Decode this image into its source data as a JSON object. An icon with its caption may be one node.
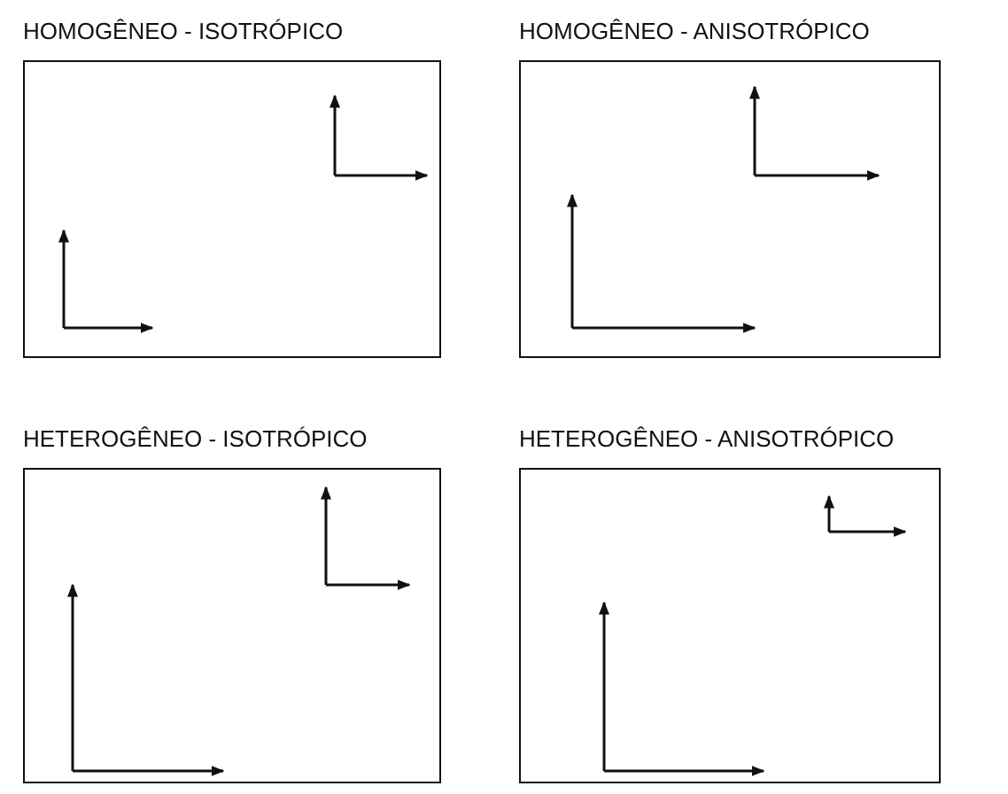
{
  "diagram": {
    "nodes": [
      {
        "text": [
          "HOMOGÊNEO - ISOTRÓPICO"
        ]
      },
      {
        "text": [
          "HOMOGÊNEO - ANISOTRÓPICO"
        ]
      },
      {
        "text": [
          "HETEROGÊNEO - ISOTRÓPICO"
        ]
      },
      {
        "text": [
          "HETEROGÊNEO - ANISOTRÓPICO"
        ]
      }
    ]
  }
}
